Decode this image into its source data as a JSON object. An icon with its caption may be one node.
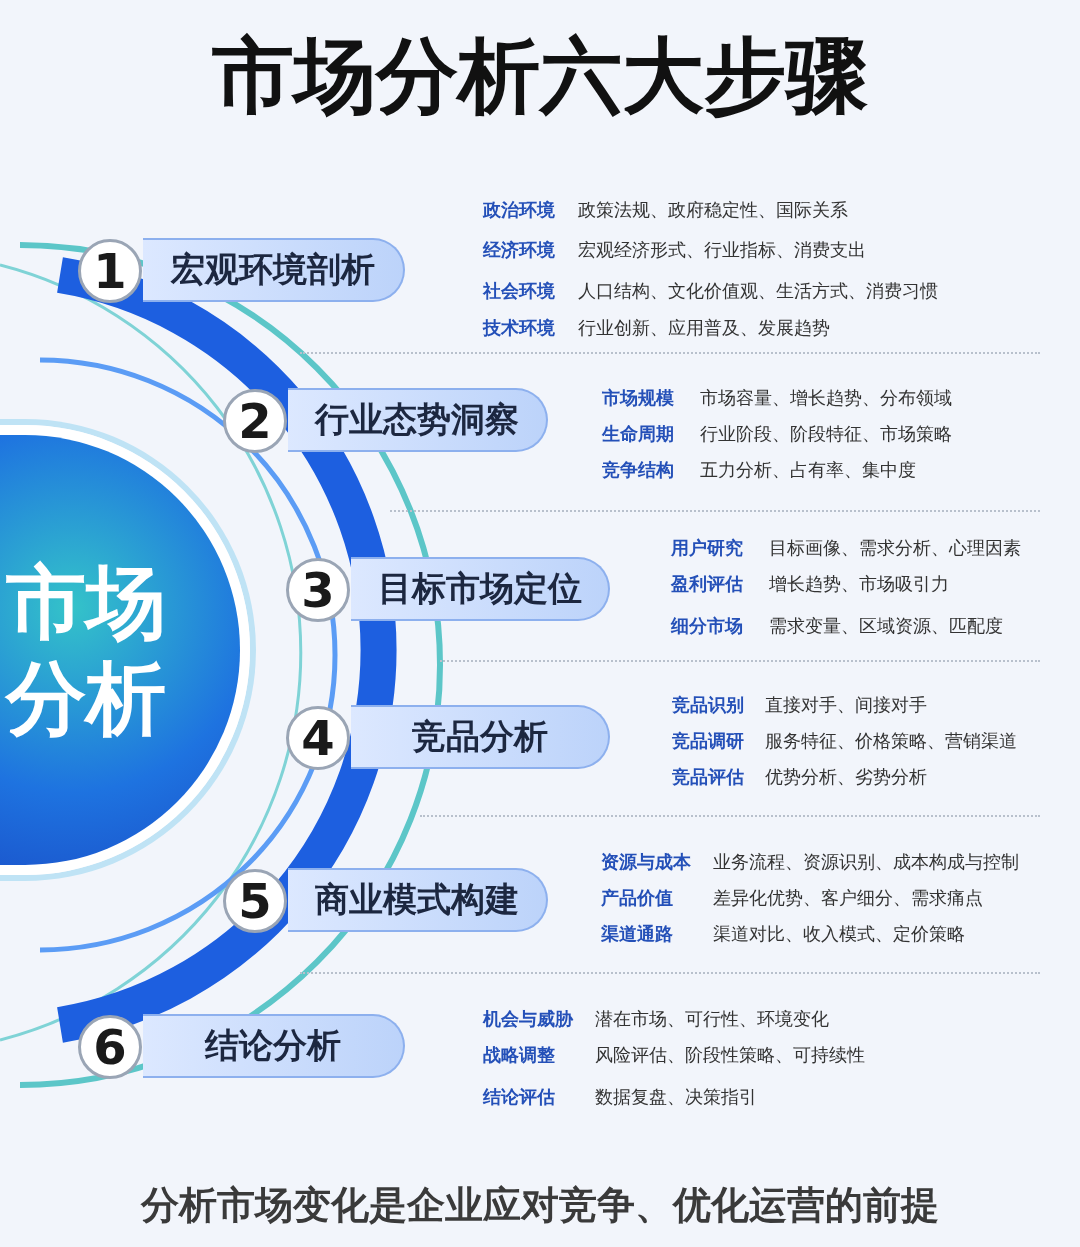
{
  "diagram": {
    "title": "市场分析六大步骤",
    "caption": "分析市场变化是企业应对竞争、优化运营的前提",
    "nodes": [
      {
        "text": [
          "市场分析"
        ]
      },
      {
        "text": [
          "宏观环境剖析"
        ]
      },
      {
        "text": [
          "1"
        ]
      },
      {
        "text": [
          "行业态势洞察"
        ]
      },
      {
        "text": [
          "2"
        ]
      },
      {
        "text": [
          "目标市场定位"
        ]
      },
      {
        "text": [
          "3"
        ]
      },
      {
        "text": [
          "竞品分析"
        ]
      },
      {
        "text": [
          "4"
        ]
      },
      {
        "text": [
          "商业模式构建"
        ]
      },
      {
        "text": [
          "5"
        ]
      },
      {
        "text": [
          "结论分析"
        ]
      },
      {
        "text": [
          "6"
        ]
      }
    ],
    "labels": [
      "政治环境",
      "政策法规、政府稳定性、国际关系",
      "经济环境",
      "宏观经济形式、行业指标、消费支出",
      "社会环境",
      "人口结构、文化价值观、生活方式、消费习惯",
      "技术环境",
      "行业创新、应用普及、发展趋势",
      "市场规模",
      "市场容量、增长趋势、分布领域",
      "生命周期",
      "行业阶段、阶段特征、市场策略",
      "竞争结构",
      "五力分析、占有率、集中度",
      "用户研究",
      "目标画像、需求分析、心理因素",
      "盈利评估",
      "增长趋势、市场吸引力",
      "细分市场",
      "需求变量、区域资源、匹配度",
      "竞品识别",
      "直接对手、间接对手",
      "竞品调研",
      "服务特征、价格策略、营销渠道",
      "竞品评估",
      "优势分析、劣势分析",
      "资源与成本",
      "业务流程、资源识别、成本构成与控制",
      "产品价值",
      "差异化优势、客户细分、需求痛点",
      "渠道通路",
      "渠道对比、收入模式、定价策略",
      "机会与威胁",
      "潜在市场、可行性、环境变化",
      "战略调整",
      "风险评估、阶段性策略、可持续性",
      "结论评估",
      "数据复盘、决策指引"
    ]
  }
}
